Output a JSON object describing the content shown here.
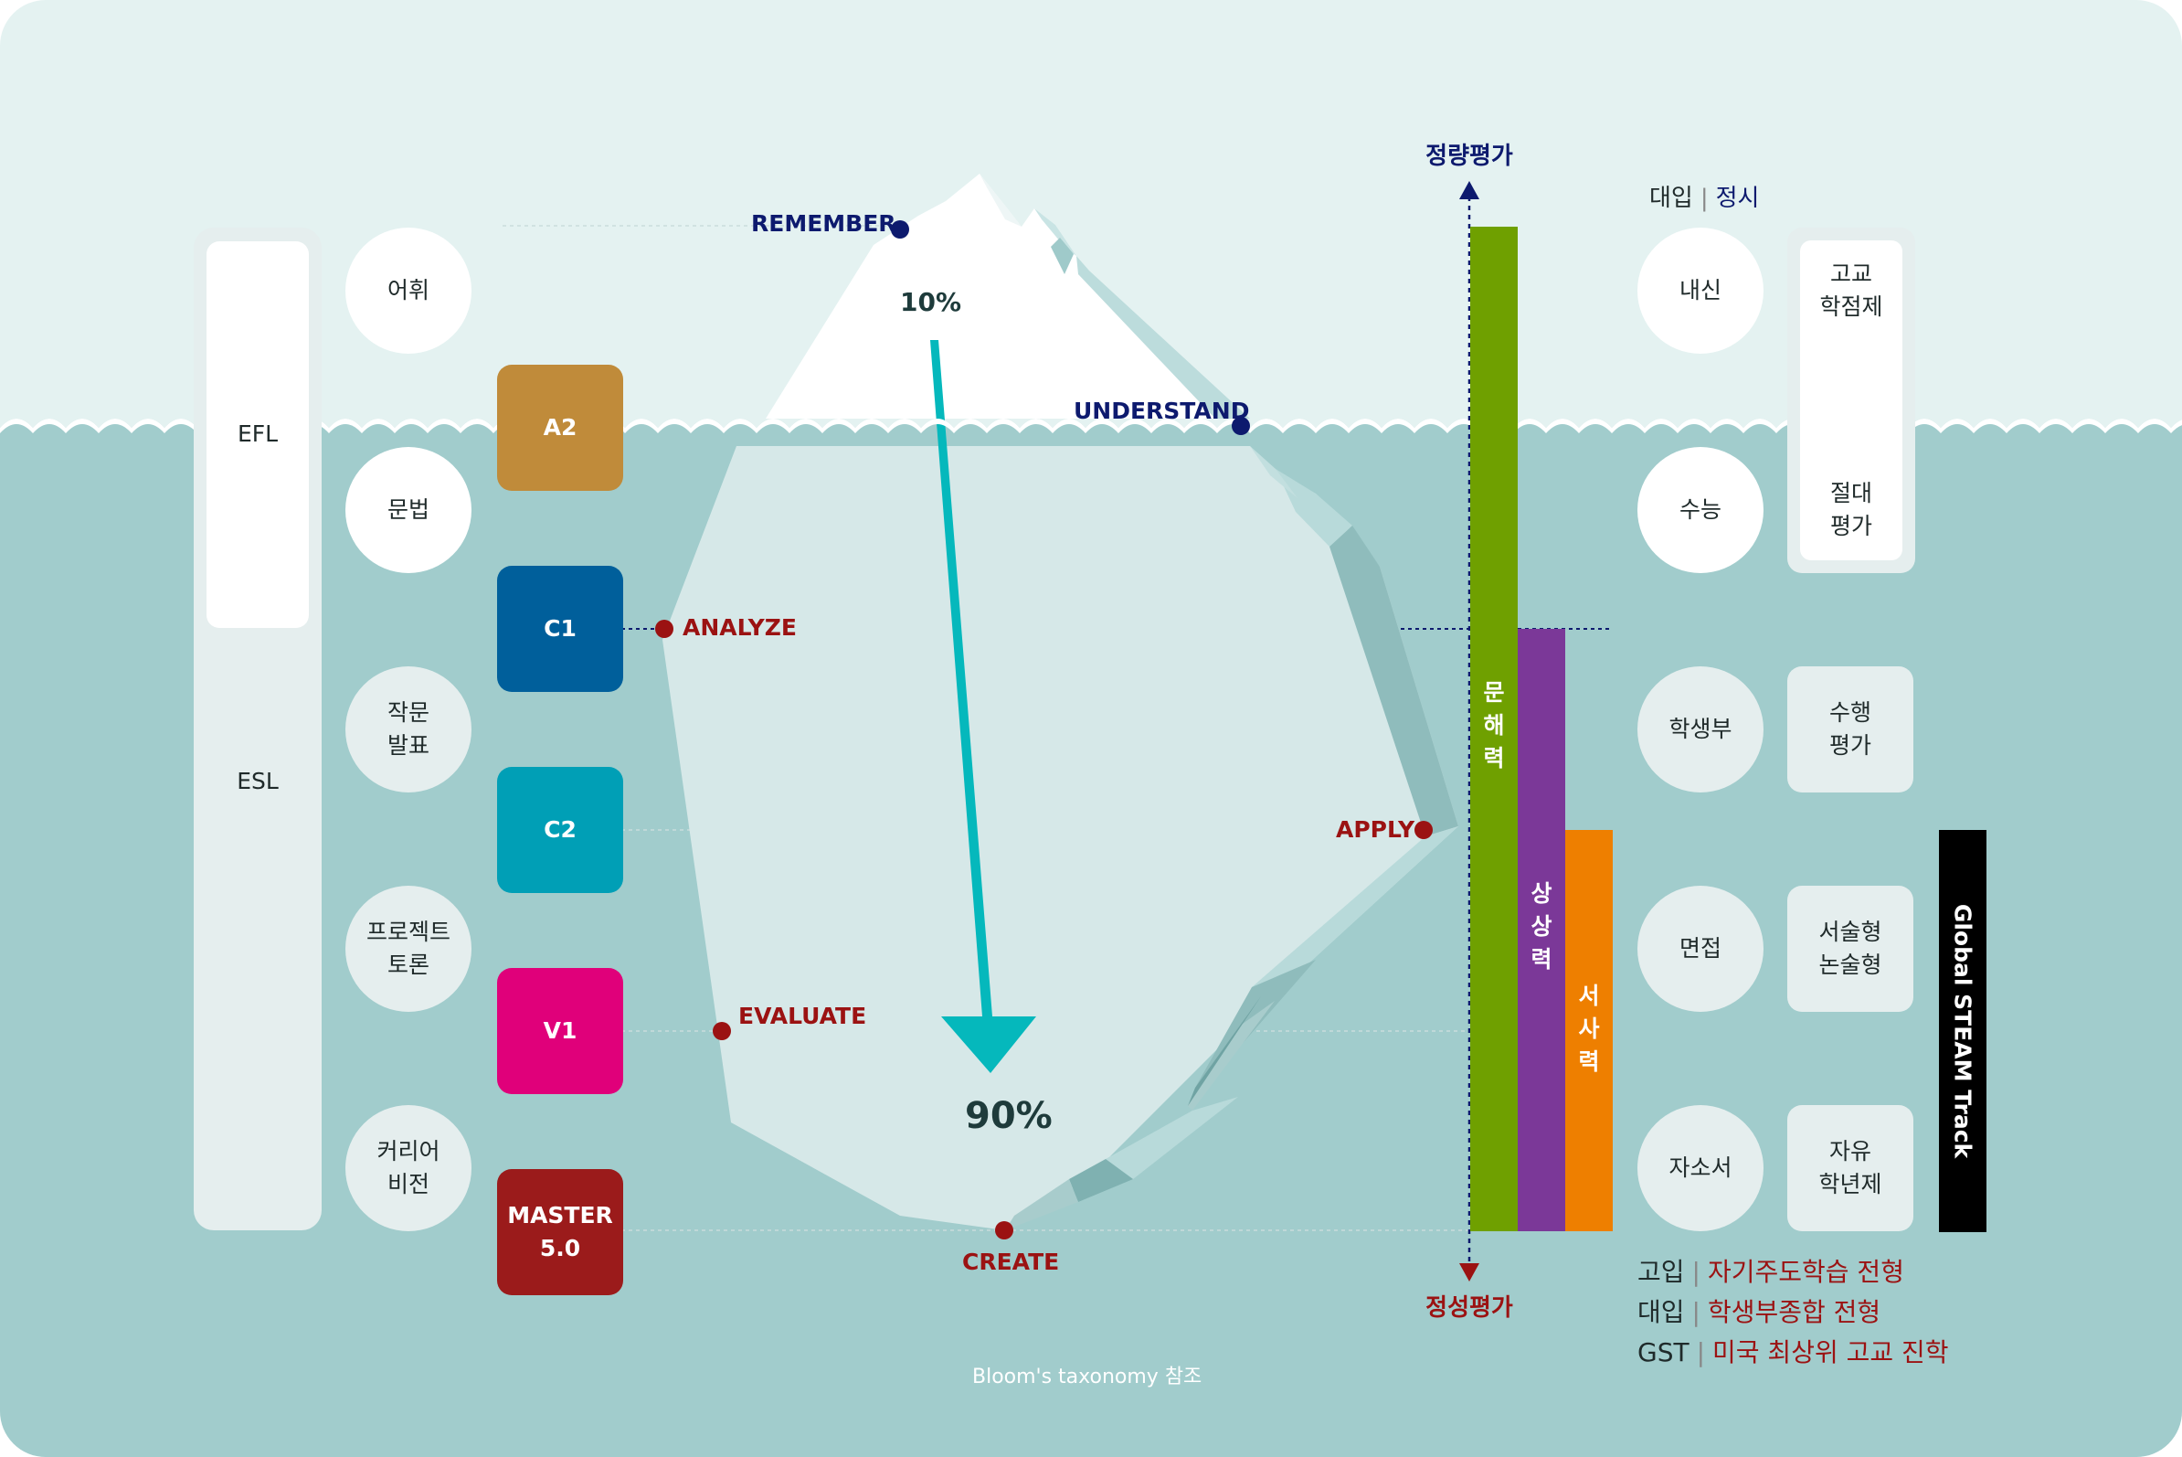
{
  "colors": {
    "sky": "#e4f2f1",
    "water": "#a1cccc",
    "ice_light": "#d6e8e8",
    "ice_mid": "#b8dada",
    "ice_dark": "#7fb1b1",
    "arrow": "#05b8bc",
    "navy": "#0d1a6e",
    "dark_red": "#9b1212",
    "bar_green": "#6fa000",
    "bar_purple": "#7b3898",
    "bar_orange": "#ee7f00",
    "a2": "#c08b3a",
    "c1": "#005f9b",
    "c2": "#009fb6",
    "v1": "#e0007a",
    "master": "#9b1b1b"
  },
  "left_pillar": {
    "efl": "EFL",
    "esl": "ESL"
  },
  "skills": [
    "어휘",
    "문법",
    "작문\n발표",
    "프로젝트\n토론",
    "커리어\n비전"
  ],
  "levels": [
    "A2",
    "C1",
    "C2",
    "V1",
    "MASTER\n5.0"
  ],
  "iceberg": {
    "top_percent": "10%",
    "bottom_percent": "90%",
    "taxonomy": {
      "remember": "REMEMBER",
      "understand": "UNDERSTAND",
      "analyze": "ANALYZE",
      "apply": "APPLY",
      "evaluate": "EVALUATE",
      "create": "CREATE"
    }
  },
  "axis": {
    "top_label": "정량평가",
    "bottom_label": "정성평가"
  },
  "bars": {
    "green": "문해력",
    "purple": "상상력",
    "orange": "서사력"
  },
  "right_header": {
    "left": "대입",
    "right": "정시"
  },
  "admissions": [
    "내신",
    "수능",
    "학생부",
    "면접",
    "자소서"
  ],
  "right_boxes": {
    "top_box_upper": "고교\n학점제",
    "top_box_lower": "절대\n평가",
    "box3": "수행\n평가",
    "box4": "서술형\n논술형",
    "box5": "자유\n학년제"
  },
  "gst_label": "Global STEAM Track",
  "legend": [
    {
      "key": "고입",
      "value": "자기주도학습 전형"
    },
    {
      "key": "대입",
      "value": "학생부종합 전형"
    },
    {
      "key": "GST",
      "value": "미국 최상위 고교 진학"
    }
  ],
  "footnote": "Bloom's taxonomy 참조"
}
